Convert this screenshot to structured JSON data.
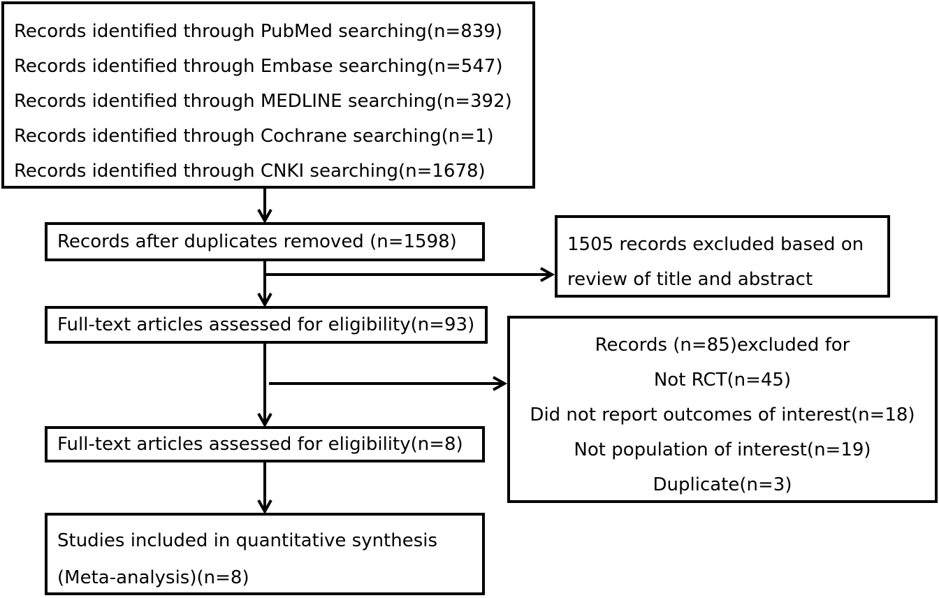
{
  "identification": {
    "lines": [
      "Records identified through PubMed searching(n=839)",
      "Records identified through Embase searching(n=547)",
      "Records identified through MEDLINE searching(n=392)",
      "Records identified through Cochrane searching(n=1)",
      "Records identified through CNKI searching(n=1678)"
    ]
  },
  "after_duplicates": {
    "text": "Records after duplicates removed (n=1598)"
  },
  "excluded_title_abstract": {
    "lines": [
      "1505 records excluded based on",
      "review of title and abstract"
    ]
  },
  "full_text_assessed": {
    "text": "Full-text articles assessed for eligibility(n=93)"
  },
  "excluded_full_text": {
    "lines": [
      "Records  (n=85)excluded for",
      "Not RCT(n=45)",
      "Did not report outcomes of interest(n=18)",
      "Not population of interest(n=19)",
      "Duplicate(n=3)"
    ]
  },
  "eligible": {
    "text": "Full-text articles assessed for eligibility(n=8)"
  },
  "included": {
    "lines": [
      "Studies included in quantitative synthesis",
      "(Meta-analysis)(n=8)"
    ]
  }
}
